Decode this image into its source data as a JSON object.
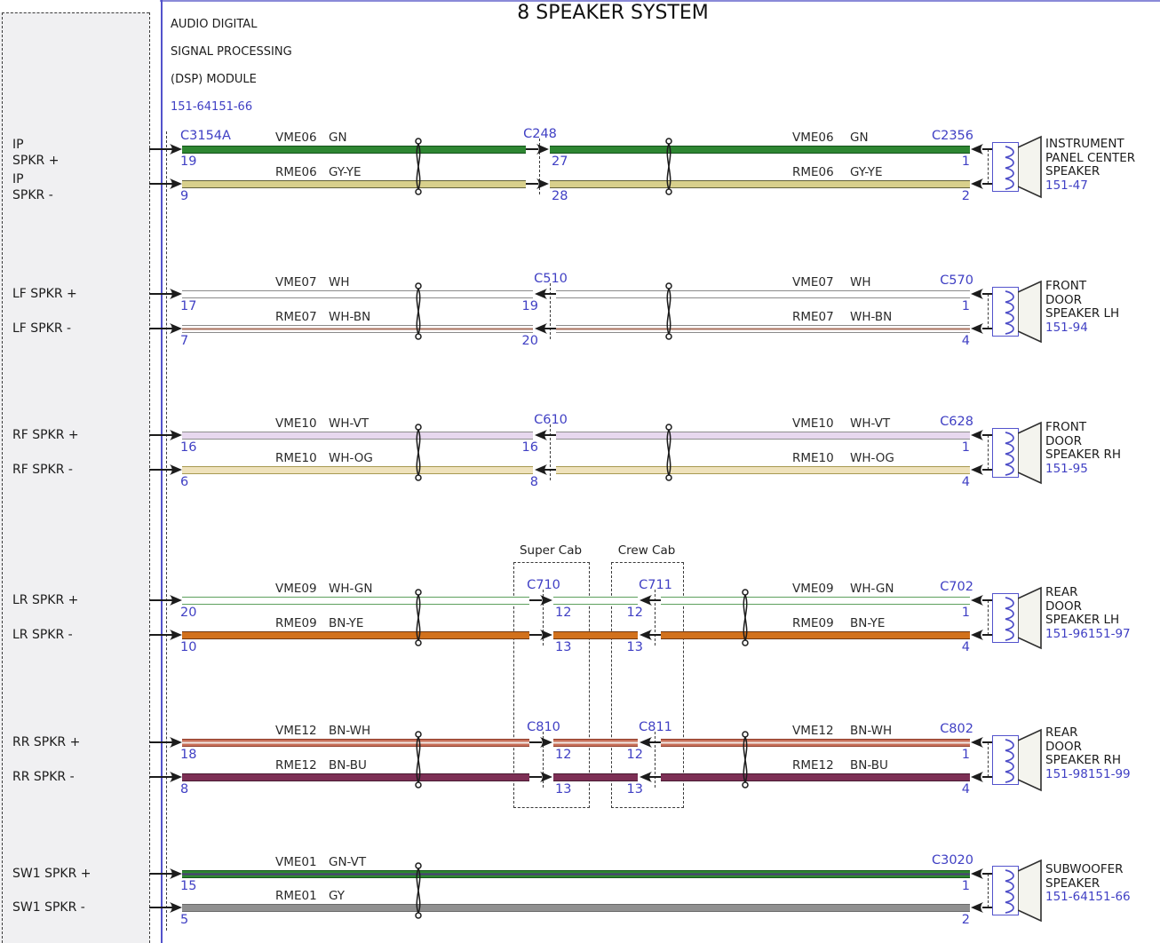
{
  "title": "8 SPEAKER SYSTEM",
  "module": {
    "lines": [
      "AUDIO DIGITAL",
      "SIGNAL PROCESSING",
      "(DSP) MODULE"
    ],
    "ref": "151-64151-66"
  },
  "cabs": [
    {
      "label": "Super Cab"
    },
    {
      "label": "Crew Cab"
    }
  ],
  "colors": {
    "label_blue": "#4040c4",
    "module_line_blue": "#5353cc",
    "text_black": "#1c1c1c"
  },
  "wire_styles": {
    "GN": {
      "fill": "#2e8632",
      "edge": "#14521b"
    },
    "GY-YE": {
      "fill": "#d8d08c",
      "edge": "#61613a"
    },
    "WH": {
      "fill": "#ffffff",
      "edge": "#8a8a8a"
    },
    "WH-BN": {
      "fill": "#ffffff",
      "edge": "#8a8a8a",
      "stripe": "#a8705c"
    },
    "WH-VT": {
      "fill": "#e7d8ee",
      "edge": "#8f8f8f"
    },
    "WH-OG": {
      "fill": "#efe2bb",
      "edge": "#a89a52"
    },
    "WH-GN": {
      "fill": "#ffffff",
      "edge": "#5da05d"
    },
    "BN-YE": {
      "fill": "#d2711c",
      "edge": "#6f3710"
    },
    "BN-WH": {
      "fill": "#c8705a",
      "edge": "#8f3b28",
      "stripe": "#f2e9e4"
    },
    "BN-BU": {
      "fill": "#7d2f55",
      "edge": "#471a31"
    },
    "GN-VT": {
      "fill": "#2e8632",
      "edge": "#14521b",
      "stripe": "#4a3b78"
    },
    "GY": {
      "fill": "#909090",
      "edge": "#6a6a6a"
    }
  },
  "rows": [
    {
      "left_plus": "IP\nSPKR +",
      "left_minus": "IP\nSPKR -",
      "left_conn": "C3154A",
      "pin_plus": "19",
      "pin_minus": "9",
      "wire_plus": {
        "id": "VME06",
        "color": "GN"
      },
      "wire_minus": {
        "id": "RME06",
        "color": "GY-YE"
      },
      "mids": [
        {
          "name": "C248",
          "pin_plus": "27",
          "pin_minus": "28"
        }
      ],
      "right_conn": {
        "name": "C2356",
        "pin_plus": "1",
        "pin_minus": "2"
      },
      "speaker": {
        "lines": [
          "INSTRUMENT",
          "PANEL CENTER",
          "SPEAKER"
        ],
        "ref": "151-47"
      }
    },
    {
      "left_plus": "LF SPKR +",
      "left_minus": "LF SPKR -",
      "pin_plus": "17",
      "pin_minus": "7",
      "wire_plus": {
        "id": "VME07",
        "color": "WH"
      },
      "wire_minus": {
        "id": "RME07",
        "color": "WH-BN"
      },
      "mids": [
        {
          "name": "C510",
          "pin_plus": "19",
          "pin_minus": "20"
        }
      ],
      "right_conn": {
        "name": "C570",
        "pin_plus": "1",
        "pin_minus": "4"
      },
      "speaker": {
        "lines": [
          "FRONT",
          "DOOR",
          "SPEAKER LH"
        ],
        "ref": "151-94"
      }
    },
    {
      "left_plus": "RF SPKR +",
      "left_minus": "RF SPKR -",
      "pin_plus": "16",
      "pin_minus": "6",
      "wire_plus": {
        "id": "VME10",
        "color": "WH-VT"
      },
      "wire_minus": {
        "id": "RME10",
        "color": "WH-OG"
      },
      "mids": [
        {
          "name": "C610",
          "pin_plus": "16",
          "pin_minus": "8"
        }
      ],
      "right_conn": {
        "name": "C628",
        "pin_plus": "1",
        "pin_minus": "4"
      },
      "speaker": {
        "lines": [
          "FRONT",
          "DOOR",
          "SPEAKER RH"
        ],
        "ref": "151-95"
      }
    },
    {
      "left_plus": "LR SPKR +",
      "left_minus": "LR SPKR -",
      "pin_plus": "20",
      "pin_minus": "10",
      "wire_plus": {
        "id": "VME09",
        "color": "WH-GN"
      },
      "wire_minus": {
        "id": "RME09",
        "color": "BN-YE"
      },
      "mids": [
        {
          "name": "C710",
          "pin_plus": "12",
          "pin_minus": "13"
        },
        {
          "name": "C711",
          "pin_plus": "12",
          "pin_minus": "13"
        }
      ],
      "right_conn": {
        "name": "C702",
        "pin_plus": "1",
        "pin_minus": "4"
      },
      "speaker": {
        "lines": [
          "REAR",
          "DOOR",
          "SPEAKER LH"
        ],
        "ref": "151-96151-97"
      }
    },
    {
      "left_plus": "RR SPKR +",
      "left_minus": "RR SPKR -",
      "pin_plus": "18",
      "pin_minus": "8",
      "wire_plus": {
        "id": "VME12",
        "color": "BN-WH"
      },
      "wire_minus": {
        "id": "RME12",
        "color": "BN-BU"
      },
      "mids": [
        {
          "name": "C810",
          "pin_plus": "12",
          "pin_minus": "13"
        },
        {
          "name": "C811",
          "pin_plus": "12",
          "pin_minus": "13"
        }
      ],
      "right_conn": {
        "name": "C802",
        "pin_plus": "1",
        "pin_minus": "4"
      },
      "speaker": {
        "lines": [
          "REAR",
          "DOOR",
          "SPEAKER RH"
        ],
        "ref": "151-98151-99"
      }
    },
    {
      "left_plus": "SW1 SPKR +",
      "left_minus": "SW1 SPKR -",
      "pin_plus": "15",
      "pin_minus": "5",
      "wire_plus": {
        "id": "VME01",
        "color": "GN-VT"
      },
      "wire_minus": {
        "id": "RME01",
        "color": "GY"
      },
      "mids": [],
      "right_conn": {
        "name": "C3020",
        "pin_plus": "1",
        "pin_minus": "2"
      },
      "speaker": {
        "lines": [
          "SUBWOOFER",
          "SPEAKER"
        ],
        "ref": "151-64151-66"
      }
    }
  ]
}
